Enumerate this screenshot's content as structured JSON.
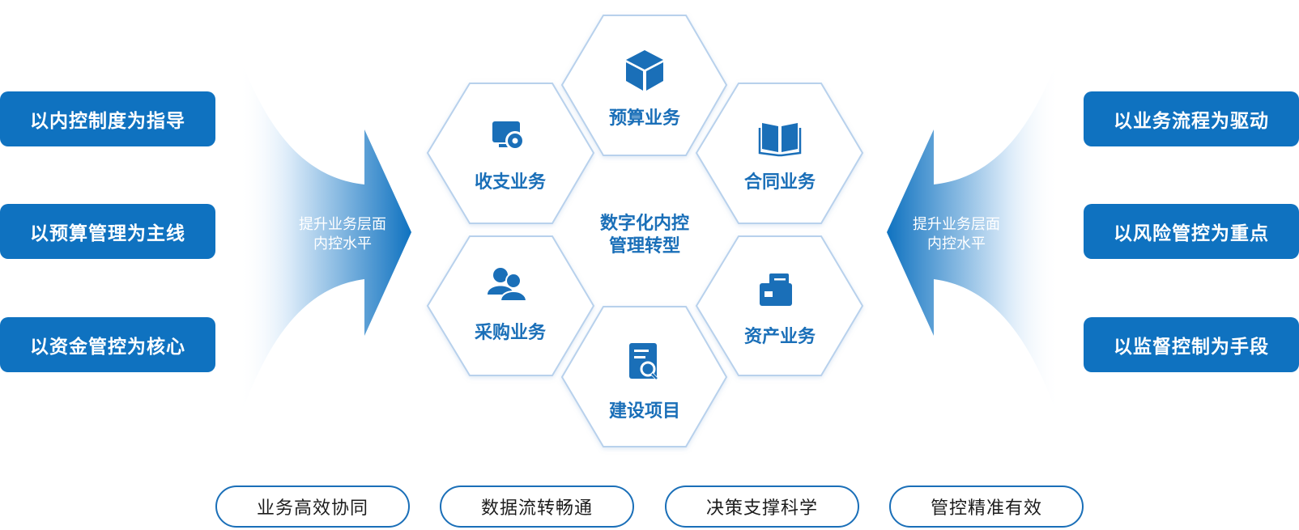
{
  "left_items": [
    {
      "label": "以内控制度为指导"
    },
    {
      "label": "以预算管理为主线"
    },
    {
      "label": "以资金管控为核心"
    }
  ],
  "right_items": [
    {
      "label": "以业务流程为驱动"
    },
    {
      "label": "以风险管控为重点"
    },
    {
      "label": "以监督控制为手段"
    }
  ],
  "left_arrow": {
    "line1": "提升业务层面",
    "line2": "内控水平"
  },
  "right_arrow": {
    "line1": "提升业务层面",
    "line2": "内控水平"
  },
  "center": {
    "line1": "数字化内控",
    "line2": "管理转型"
  },
  "hexagons": [
    {
      "label": "预算业务",
      "icon": "cube-icon"
    },
    {
      "label": "收支业务",
      "icon": "monitor-gear-icon"
    },
    {
      "label": "合同业务",
      "icon": "book-icon"
    },
    {
      "label": "采购业务",
      "icon": "users-icon"
    },
    {
      "label": "资产业务",
      "icon": "folder-card-icon"
    },
    {
      "label": "建设项目",
      "icon": "document-search-icon"
    }
  ],
  "bottom_pills": [
    {
      "label": "业务高效协同"
    },
    {
      "label": "数据流转畅通"
    },
    {
      "label": "决策支撑科学"
    },
    {
      "label": "管控精准有效"
    }
  ],
  "colors": {
    "primary": "#0f72c0",
    "hex_border": "#b8d1ec",
    "text_blue": "#1a6fb8"
  }
}
